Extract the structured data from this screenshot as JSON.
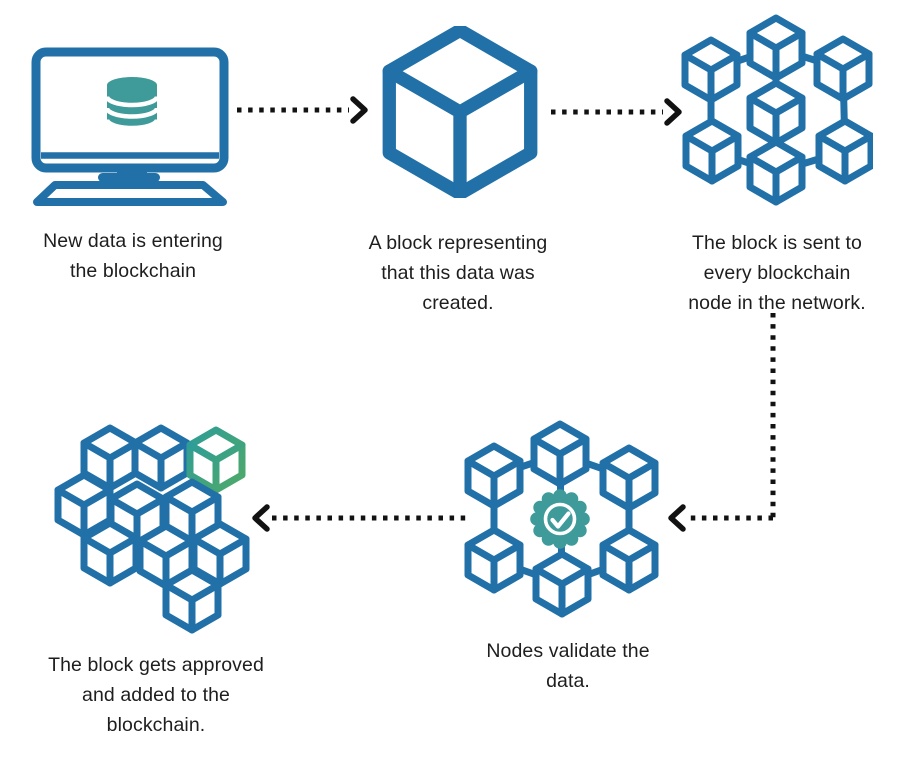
{
  "background": "#ffffff",
  "colors": {
    "primary_blue": "#2171A8",
    "teal": "#3E9B99",
    "teal_grad_start": "#2E9D98",
    "teal_grad_end": "#4FA968",
    "arrow_black": "#121212",
    "text_color": "#1E1E1E",
    "background": "#ffffff"
  },
  "steps": [
    {
      "icon": "computer-database-icon",
      "lines": [
        "New data is entering",
        "the blockchain"
      ]
    },
    {
      "icon": "block-cube-icon",
      "lines": [
        "A block representing",
        "that this data was",
        "created."
      ]
    },
    {
      "icon": "blockchain-network-icon",
      "lines": [
        "The block is sent to",
        "every blockchain",
        "node in the network."
      ]
    },
    {
      "icon": "validation-network-icon",
      "lines": [
        "Nodes validate the",
        "data."
      ]
    },
    {
      "icon": "blockchain-cluster-icon",
      "lines": [
        "The block gets approved",
        "and added to the",
        "blockchain."
      ]
    }
  ],
  "arrows": [
    {
      "name": "arrow-step1-to-step2",
      "direction": "right",
      "style": "dotted"
    },
    {
      "name": "arrow-step2-to-step3",
      "direction": "right",
      "style": "dotted"
    },
    {
      "name": "arrow-step3-to-step4",
      "direction": "down-then-left",
      "style": "dotted"
    },
    {
      "name": "arrow-step4-to-step5",
      "direction": "left",
      "style": "dotted"
    }
  ]
}
